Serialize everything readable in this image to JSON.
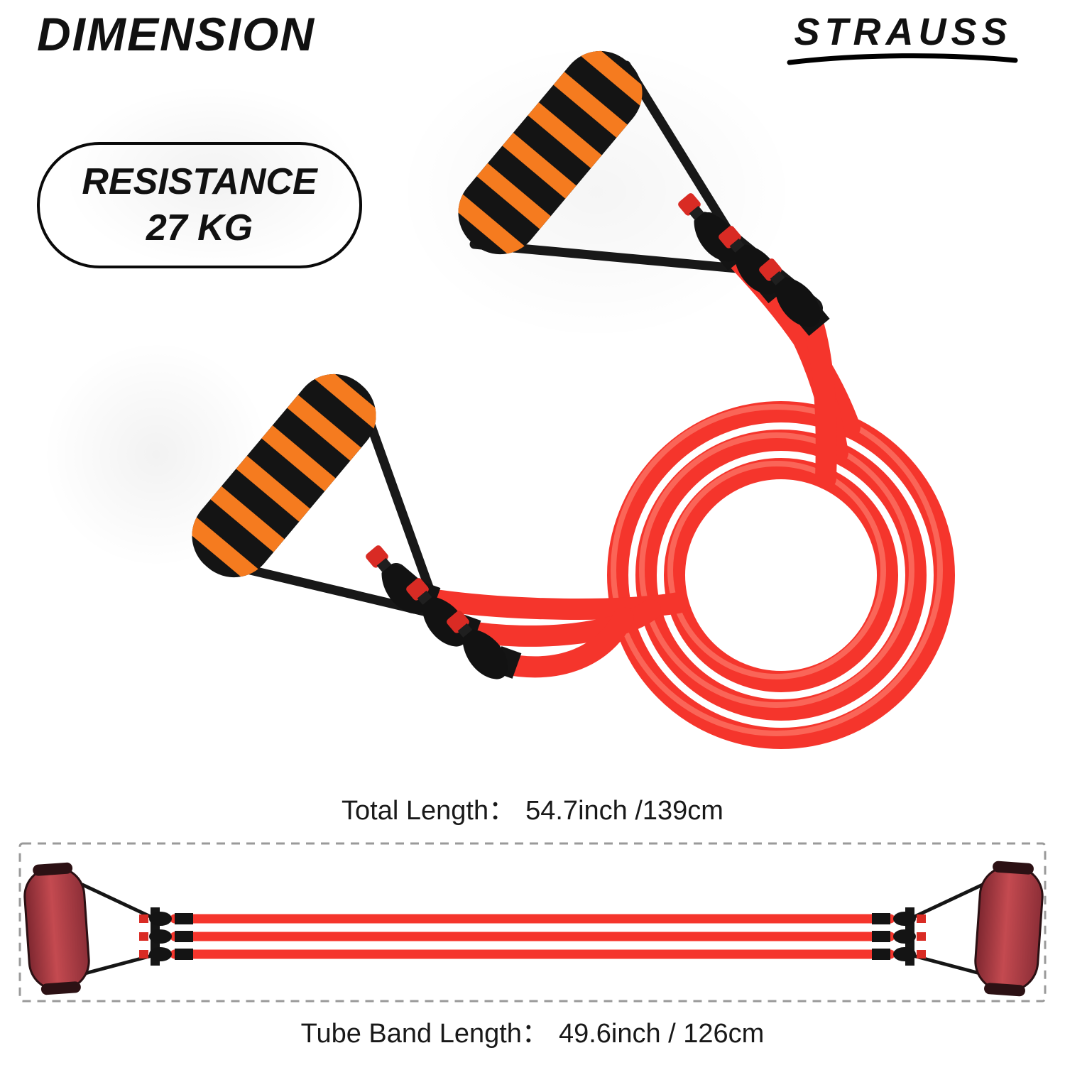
{
  "header": {
    "title": "DIMENSION",
    "brand": "STRAUSS"
  },
  "badge": {
    "line1": "RESISTANCE",
    "line2": "27 KG"
  },
  "measurements": {
    "total_length": {
      "label": "Total Length：",
      "value": "54.7inch /139cm"
    },
    "tube_band_length": {
      "label": "Tube Band Length：",
      "value": "49.6inch / 126cm"
    }
  },
  "colors": {
    "tube_red": "#f5352c",
    "tube_red_dark": "#d92b24",
    "foam_orange": "#f57b1f",
    "foam_black": "#141414",
    "handle_maroon": "#a63a44",
    "strap_black": "#181818",
    "dash_gray": "#9a9a9a",
    "text_black": "#111111"
  }
}
